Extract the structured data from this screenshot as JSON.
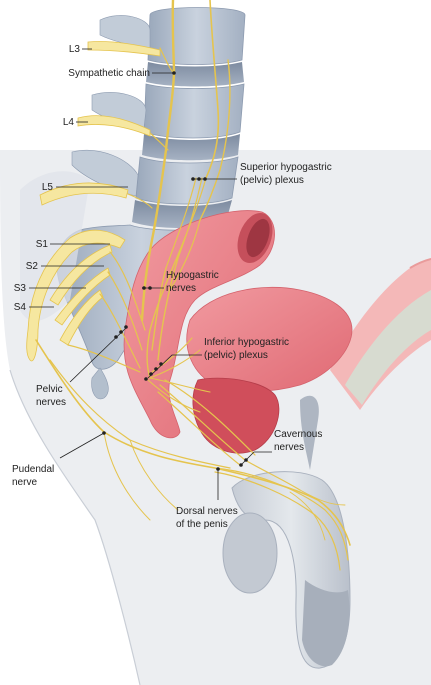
{
  "labels": {
    "l3": "L3",
    "sympathetic_chain": "Sympathetic chain",
    "l4": "L4",
    "l5": "L5",
    "superior_hypogastric_1": "Superior hypogastric",
    "superior_hypogastric_2": "(pelvic) plexus",
    "s1": "S1",
    "s2": "S2",
    "s3": "S3",
    "s4": "S4",
    "hypogastric_1": "Hypogastric",
    "hypogastric_2": "nerves",
    "inferior_hypogastric_1": "Inferior hypogastric",
    "inferior_hypogastric_2": "(pelvic) plexus",
    "pelvic_1": "Pelvic",
    "pelvic_2": "nerves",
    "cavernous_1": "Cavernous",
    "cavernous_2": "nerves",
    "pudendal_1": "Pudendal",
    "pudendal_2": "nerve",
    "dorsal_1": "Dorsal nerves",
    "dorsal_2": "of the penis"
  },
  "colors": {
    "body_fill": "#eceef1",
    "body_outline": "#c9ced6",
    "bone": "#b9c4d3",
    "bone_dark": "#8d9bb0",
    "nerve": "#e5c44e",
    "nerve_light": "#f6e7a0",
    "organ": "#e8787f",
    "organ_light": "#f0a0a5",
    "organ_dark": "#c94a55",
    "skin_pink": "#f4b8b8"
  }
}
